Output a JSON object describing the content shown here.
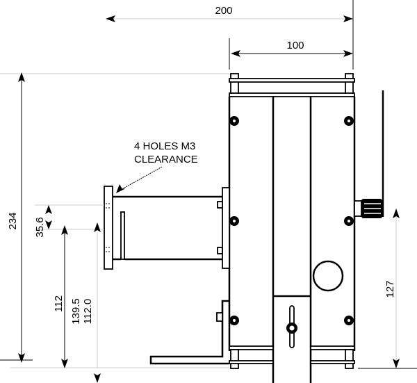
{
  "drawing": {
    "dimensions": {
      "overall_width": "200",
      "body_width": "100",
      "overall_height": "234",
      "flange_offset": "35.6",
      "flange_height_a": "112",
      "flange_height_b": "139.5",
      "flange_height_c": "112.0",
      "connector_height": "127"
    },
    "note": {
      "line1": "4 HOLES M3",
      "line2": "CLEARANCE"
    }
  }
}
